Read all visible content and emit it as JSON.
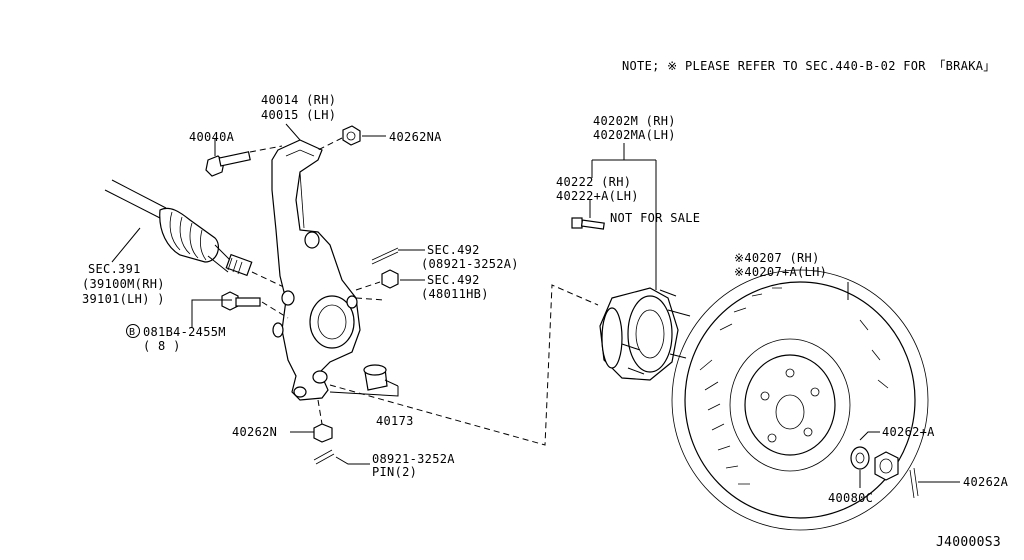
{
  "note": "NOTE; ※ PLEASE REFER TO SEC.440-B-02 FOR 「BRAKA」",
  "drawing_id": "J40000S3",
  "labels": {
    "knuckle_rh": "40014 (RH)",
    "knuckle_lh": "40015 (LH)",
    "bolt_40040a": "40040A",
    "nut_40262na": "40262NA",
    "sec391": "SEC.391",
    "shaft_rh": "(39100M(RH)",
    "shaft_lh": " 39101(LH) )",
    "sec492_a": "SEC.492",
    "sec492_a_sub": "(08921-3252A)",
    "sec492_b": "SEC.492",
    "sec492_b_sub": "(48011HB)",
    "bolt_b": "081B4-2455M",
    "bolt_b_qty": "( 8 )",
    "bolt_b_mark": "B",
    "part_40173": "40173",
    "nut_40262n": "40262N",
    "pin": "08921-3252A",
    "pin_qty": "PIN(2)",
    "hub_rh": "40202M  (RH)",
    "hub_lh": "40202MA(LH)",
    "stud_rh": "40222   (RH)",
    "stud_lh": "40222+A(LH)",
    "not_for_sale": "NOT FOR SALE",
    "rotor_rh": "※40207   (RH)",
    "rotor_lh": "※40207+A(LH)",
    "nut_40262a_plus": "40262+A",
    "washer_40080c": "40080C",
    "pin_40262a": "40262A"
  }
}
